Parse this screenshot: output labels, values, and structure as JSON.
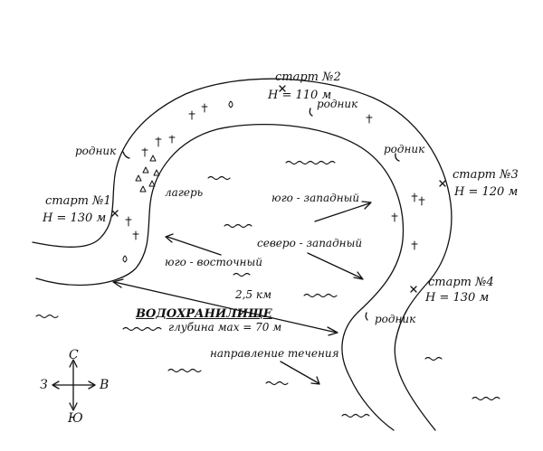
{
  "labels": {
    "start2_title": "старт №2",
    "start2_height": "Н = 110 м",
    "start1_title": "старт №1",
    "start1_height": "Н = 130 м",
    "start3_title": "старт №3",
    "start3_height": "Н = 120 м",
    "start4_title": "старт №4",
    "start4_height": "Н = 130 м",
    "spring_top": "родник",
    "spring_left": "родник",
    "spring_right": "родник",
    "spring_bottom": "родник",
    "camp": "лагерь",
    "wind_sw": "юго - западный",
    "wind_nw": "северо - западный",
    "wind_se": "юго - восточный",
    "distance": "2,5 км",
    "reservoir": "ВОДОХРАНИЛИЩЕ",
    "depth": "глубина мах = 70 м",
    "flow": "направление течения"
  },
  "compass": {
    "north": "С",
    "south": "Ю",
    "west": "З",
    "east": "В"
  },
  "colors": {
    "ink": "#111111",
    "paper": "#ffffff"
  }
}
